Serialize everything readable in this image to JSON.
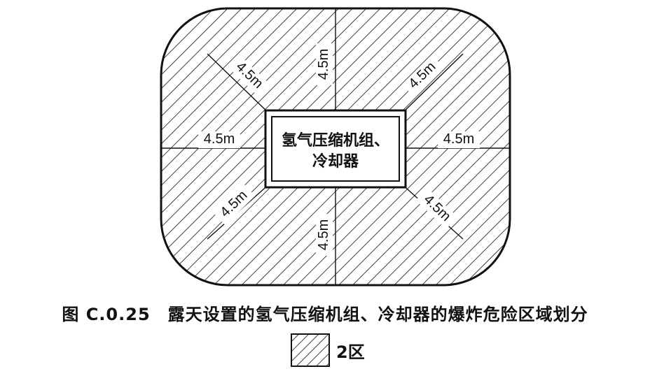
{
  "diagram": {
    "equipment_label_line1": "氢气压缩机组、",
    "equipment_label_line2": "冷却器",
    "dimension_label": "4.5m",
    "zone_color": "#111111"
  },
  "caption": "图 C.0.25　露天设置的氢气压缩机组、冷却器的爆炸危险区域划分",
  "legend": {
    "zone_label": "2区"
  }
}
